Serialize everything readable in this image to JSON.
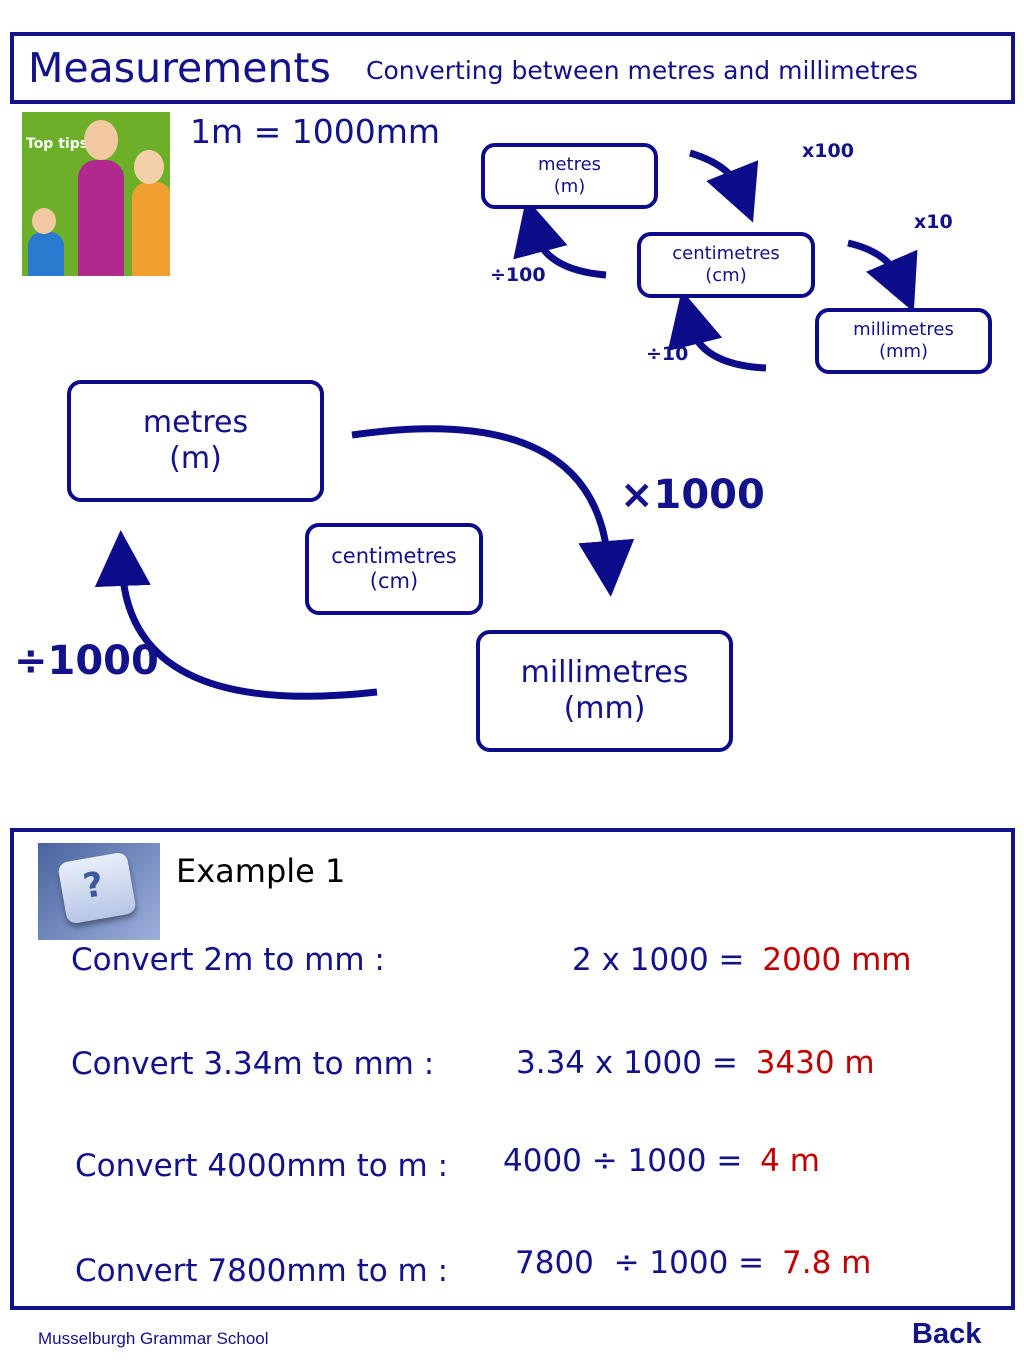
{
  "header": {
    "title": "Measurements",
    "subtitle": "Converting between metres and millimetres"
  },
  "tips_image": {
    "caption": "Top tips"
  },
  "fact": "1m = 1000mm",
  "small_diagram": {
    "metres": [
      "metres",
      "(m)"
    ],
    "centimetres": [
      "centimetres",
      "(cm)"
    ],
    "millimetres": [
      "millimetres",
      "(mm)"
    ],
    "op_x100": "x100",
    "op_x10": "x10",
    "op_div100": "÷100",
    "op_div10": "÷10"
  },
  "big_diagram": {
    "metres": [
      "metres",
      "(m)"
    ],
    "centimetres": [
      "centimetres",
      "(cm)"
    ],
    "millimetres": [
      "millimetres",
      "(mm)"
    ],
    "op_mult": "×1000",
    "op_div": "÷1000"
  },
  "example": {
    "heading": "Example 1",
    "icon_glyph": "?",
    "rows": [
      {
        "task": "Convert 2m to mm :",
        "calc": "2 x 1000 =",
        "answer": "2000 mm"
      },
      {
        "task": "Convert 3.34m to mm :",
        "calc": "3.34 x 1000 =",
        "answer": "3430 m"
      },
      {
        "task": "Convert 4000mm to m :",
        "calc": "4000 ÷ 1000 =",
        "answer": "4 m"
      },
      {
        "task": "Convert 7800mm to m :",
        "calc": "7800  ÷ 1000 =",
        "answer": "7.8 m"
      }
    ]
  },
  "footer": {
    "school": "Musselburgh Grammar School",
    "back_label": "Back"
  },
  "colors": {
    "navy": "#12128a",
    "answer_red": "#c00000"
  }
}
